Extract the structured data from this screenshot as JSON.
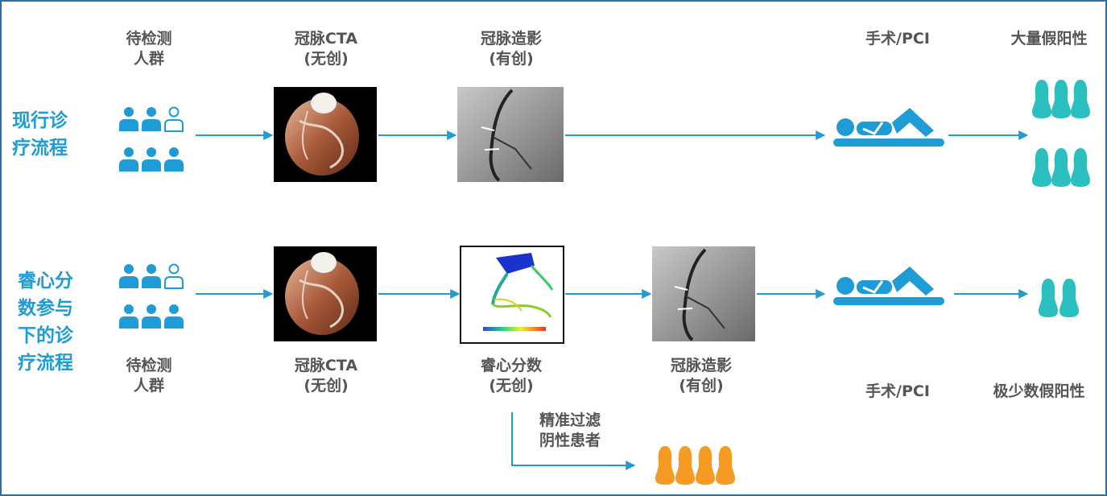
{
  "colors": {
    "blue": "#1f9bd6",
    "teal": "#2bbfbf",
    "orange": "#f59a23",
    "text": "#555555",
    "border": "#2f6f9f"
  },
  "row1": {
    "side_label": [
      "现行诊",
      "疗流程"
    ],
    "steps": [
      {
        "lines": [
          "待检测",
          "人群"
        ]
      },
      {
        "lines": [
          "冠脉CTA",
          "(无创)"
        ]
      },
      {
        "lines": [
          "冠脉造影",
          "(有创)"
        ]
      },
      {
        "lines": [
          "手术/PCI"
        ]
      },
      {
        "lines": [
          "大量假阳性"
        ]
      }
    ]
  },
  "row2": {
    "side_label": [
      "睿心分",
      "数参与",
      "下的诊",
      "疗流程"
    ],
    "steps": [
      {
        "lines": [
          "待检测",
          "人群"
        ]
      },
      {
        "lines": [
          "冠脉CTA",
          "(无创)"
        ]
      },
      {
        "lines": [
          "睿心分数",
          "(无创)"
        ]
      },
      {
        "lines": [
          "冠脉造影",
          "(有创)"
        ]
      },
      {
        "lines": [
          "手术/PCI"
        ]
      },
      {
        "lines": [
          "极少数假阳性"
        ]
      }
    ],
    "filter_label": [
      "精准过滤",
      "阴性患者"
    ]
  },
  "icons": {
    "crowd": "people-group-icon",
    "heart_ct": "heart-ct-image",
    "angiography": "angiography-image",
    "ffr_model": "ffr-vessel-model-image",
    "surgery": "patient-on-table-icon",
    "false_positive": "bowling-pin-person-icon"
  }
}
